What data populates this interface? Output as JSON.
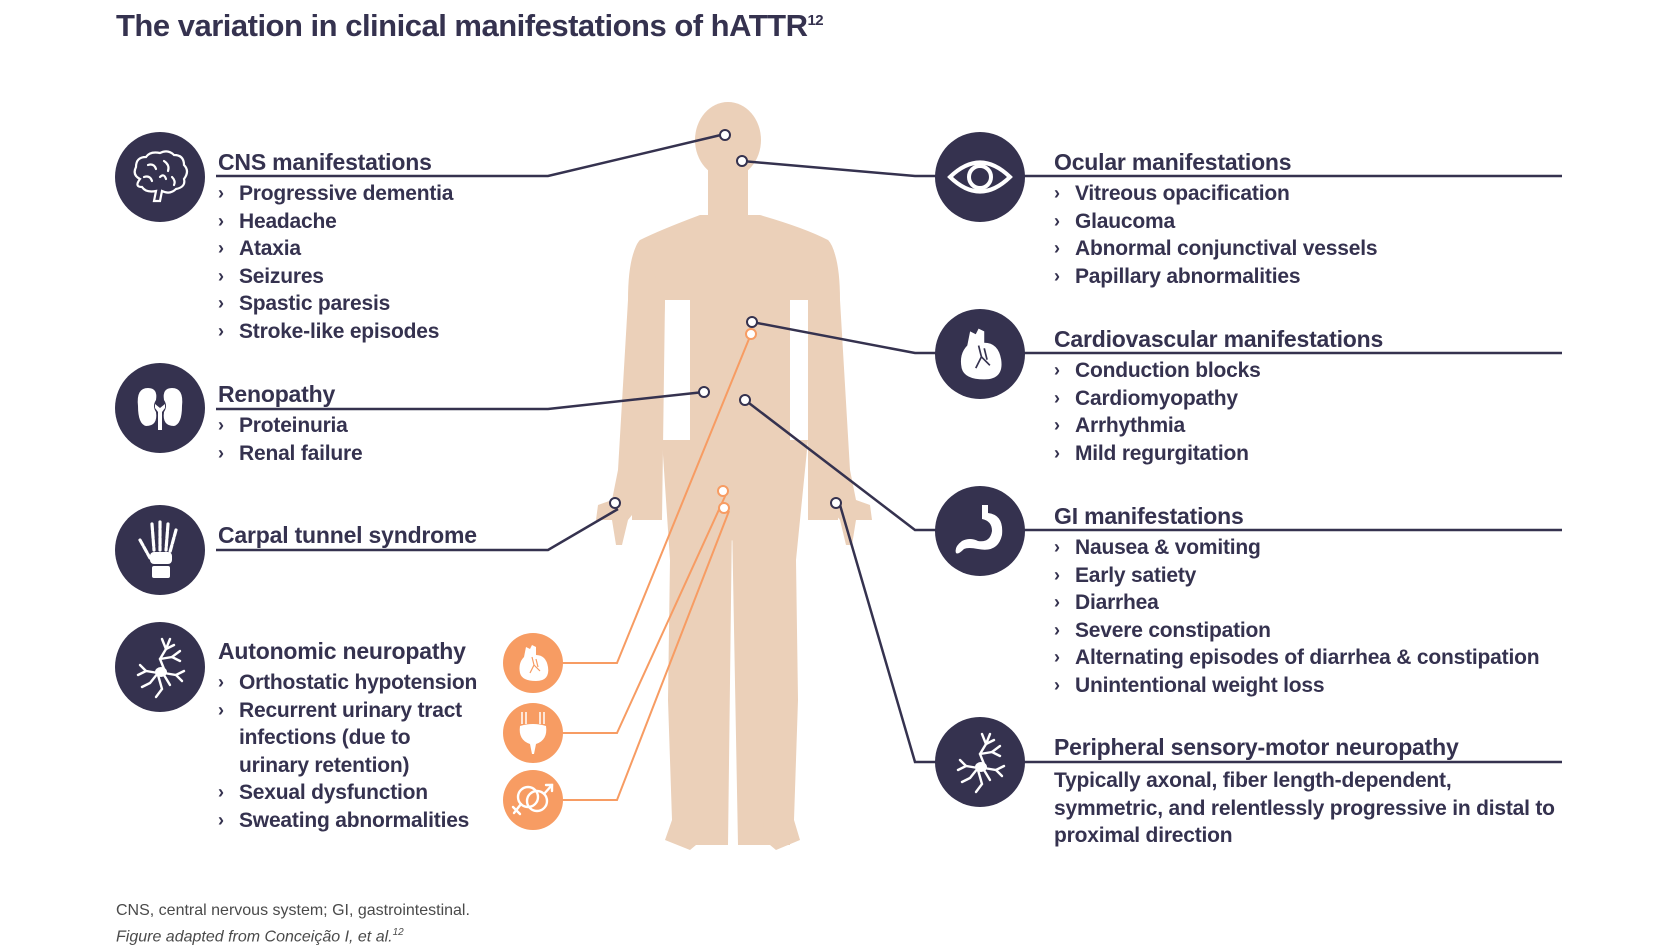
{
  "title": {
    "text": "The variation in clinical manifestations of hATTR",
    "superscript": "12"
  },
  "colors": {
    "navy": "#35324f",
    "orange": "#f79c63",
    "skin": "#ebd0b9",
    "background": "#ffffff"
  },
  "left_panels": [
    {
      "id": "cns",
      "icon": "brain-icon",
      "heading": "CNS manifestations",
      "items": [
        "Progressive dementia",
        "Headache",
        "Ataxia",
        "Seizures",
        "Spastic paresis",
        "Stroke-like episodes"
      ]
    },
    {
      "id": "renal",
      "icon": "kidney-icon",
      "heading": "Renopathy",
      "items": [
        "Proteinuria",
        "Renal failure"
      ]
    },
    {
      "id": "carpal",
      "icon": "hand-bones-icon",
      "heading": "Carpal tunnel syndrome",
      "items": []
    },
    {
      "id": "autonomic",
      "icon": "neuron-icon",
      "heading": "Autonomic neuropathy",
      "items": [
        "Orthostatic hypotension",
        "Recurrent urinary tract infections (due to urinary retention)",
        "Sexual dysfunction",
        "Sweating abnormalities"
      ],
      "item_lines": [
        [
          "Orthostatic hypotension"
        ],
        [
          "Recurrent urinary tract",
          "infections (due to",
          "urinary retention)"
        ],
        [
          "Sexual dysfunction"
        ],
        [
          "Sweating abnormalities"
        ]
      ]
    }
  ],
  "autonomic_sub_icons": [
    "heart-icon",
    "bladder-icon",
    "gender-symbols-icon"
  ],
  "right_panels": [
    {
      "id": "ocular",
      "icon": "eye-icon",
      "heading": "Ocular manifestations",
      "items": [
        "Vitreous opacification",
        "Glaucoma",
        "Abnormal conjunctival vessels",
        "Papillary abnormalities"
      ]
    },
    {
      "id": "cardio",
      "icon": "heart-icon",
      "heading": "Cardiovascular manifestations",
      "items": [
        "Conduction blocks",
        "Cardiomyopathy",
        "Arrhythmia",
        "Mild regurgitation"
      ]
    },
    {
      "id": "gi",
      "icon": "stomach-icon",
      "heading": "GI manifestations",
      "items": [
        "Nausea & vomiting",
        "Early satiety",
        "Diarrhea",
        "Severe constipation",
        "Alternating episodes of diarrhea & constipation",
        "Unintentional weight loss"
      ]
    },
    {
      "id": "peripheral",
      "icon": "neuron-icon",
      "heading": "Peripheral sensory-motor neuropathy",
      "description": "Typically axonal, fiber length-dependent, symmetric, and relentlessly progressive in distal to proximal direction"
    }
  ],
  "bullet_glyph": "›",
  "footer": {
    "abbreviations": "CNS, central nervous system; GI, gastrointestinal.",
    "reference": "Figure adapted from Conceição I, et al.",
    "reference_superscript": "12"
  }
}
